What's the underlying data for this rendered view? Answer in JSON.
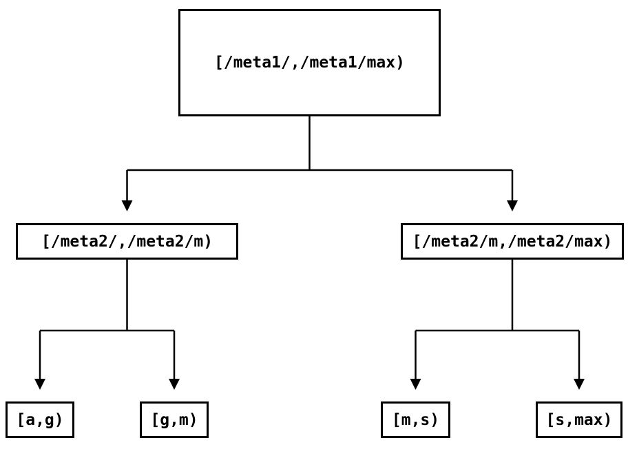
{
  "diagram": {
    "type": "binary-interval-tree",
    "nodes": {
      "root": {
        "label": "[/meta1/,/meta1/max)"
      },
      "left": {
        "label": "[/meta2/,/meta2/m)"
      },
      "right": {
        "label": "[/meta2/m,/meta2/max)"
      },
      "leaf_ag": {
        "label": "[a,g)"
      },
      "leaf_gm": {
        "label": "[g,m)"
      },
      "leaf_ms": {
        "label": "[m,s)"
      },
      "leaf_smax": {
        "label": "[s,max)"
      }
    },
    "edges": [
      {
        "from": "root",
        "to": "left"
      },
      {
        "from": "root",
        "to": "right"
      },
      {
        "from": "left",
        "to": "leaf_ag"
      },
      {
        "from": "left",
        "to": "leaf_gm"
      },
      {
        "from": "right",
        "to": "leaf_ms"
      },
      {
        "from": "right",
        "to": "leaf_smax"
      }
    ],
    "colors": {
      "background": "#ffffff",
      "line": "#000000",
      "box_border": "#000000",
      "text": "#000000"
    }
  }
}
